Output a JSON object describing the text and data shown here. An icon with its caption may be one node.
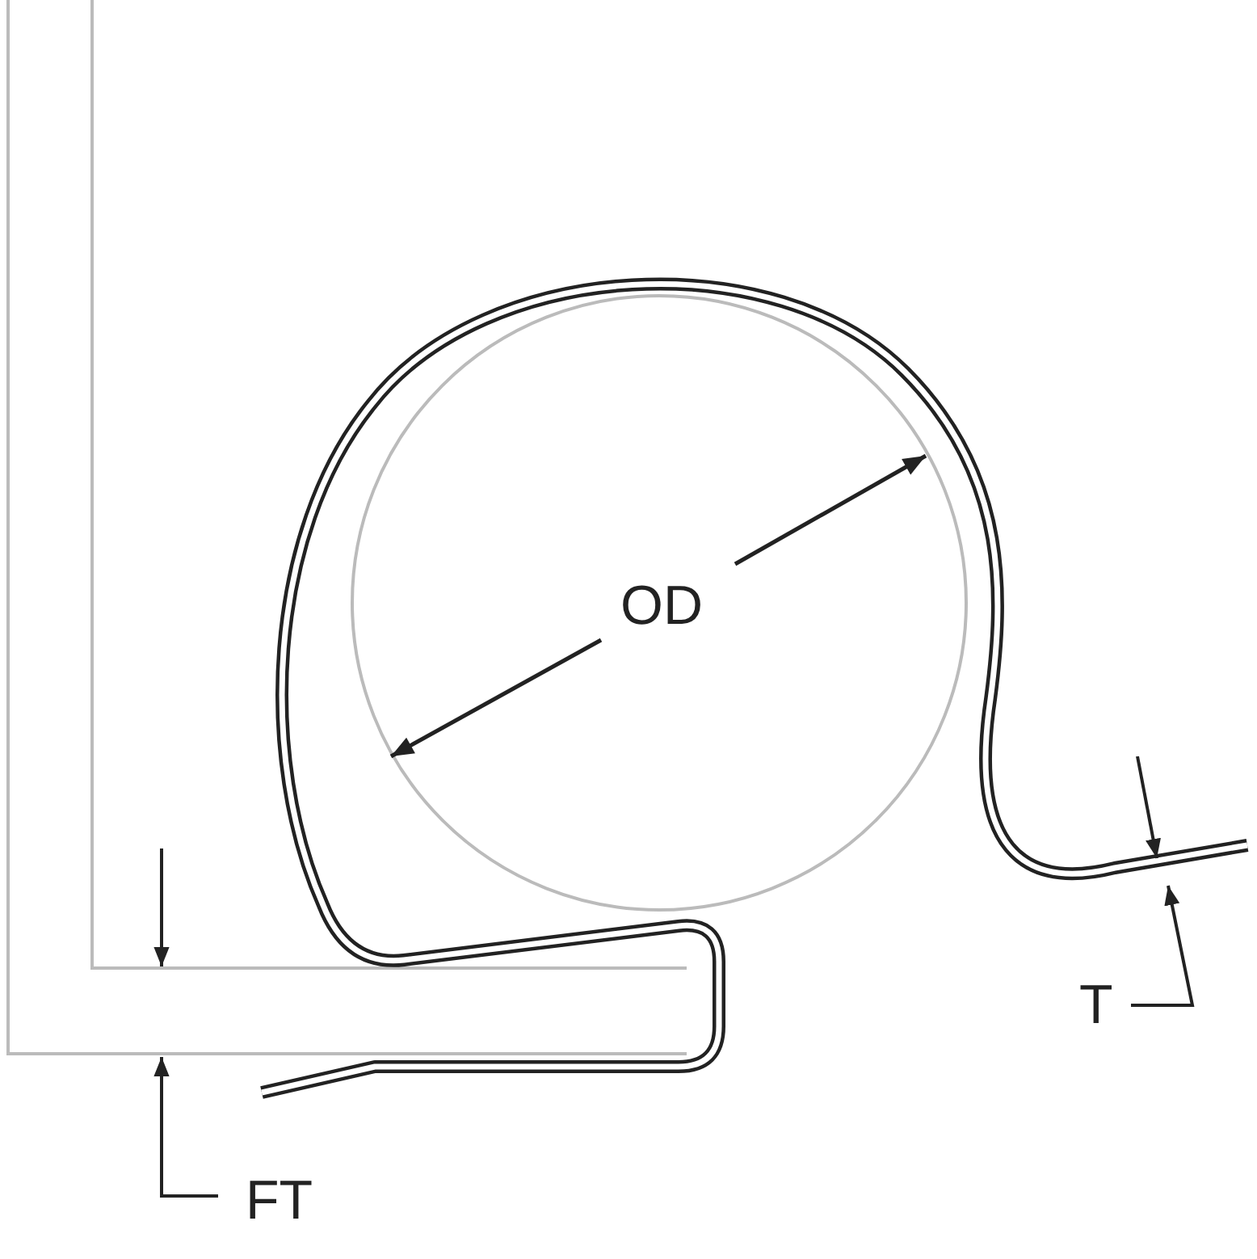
{
  "diagram": {
    "labels": [
      "OD",
      "T",
      "FT"
    ]
  }
}
